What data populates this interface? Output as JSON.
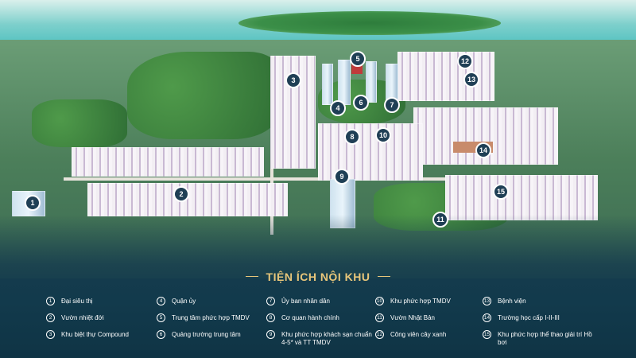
{
  "legend": {
    "title": "TIỆN ÍCH NỘI KHU",
    "columns": [
      [
        {
          "num": "1",
          "label": "Đại siêu thị"
        },
        {
          "num": "2",
          "label": "Vườn nhiệt đới"
        },
        {
          "num": "3",
          "label": "Khu biệt thự Compound"
        }
      ],
      [
        {
          "num": "4",
          "label": "Quận ủy"
        },
        {
          "num": "5",
          "label": "Trung tâm phức hợp TMDV"
        },
        {
          "num": "6",
          "label": "Quảng trường trung tâm"
        }
      ],
      [
        {
          "num": "7",
          "label": "Ủy ban nhân dân"
        },
        {
          "num": "8",
          "label": "Cơ quan hành chính"
        },
        {
          "num": "9",
          "label": "Khu phức hợp khách sạn chuẩn 4-5* và TT TMDV"
        }
      ],
      [
        {
          "num": "10",
          "label": "Khu phức hợp TMDV"
        },
        {
          "num": "11",
          "label": "Vườn Nhật Bản"
        },
        {
          "num": "12",
          "label": "Công viên cây xanh"
        }
      ],
      [
        {
          "num": "13",
          "label": "Bệnh viện"
        },
        {
          "num": "14",
          "label": "Trường học cấp I-II-III"
        },
        {
          "num": "15",
          "label": "Khu phức hợp thể thao giải trí Hồ bơi"
        }
      ]
    ]
  },
  "markers": [
    {
      "num": "1"
    },
    {
      "num": "2"
    },
    {
      "num": "3"
    },
    {
      "num": "4"
    },
    {
      "num": "5"
    },
    {
      "num": "6"
    },
    {
      "num": "7"
    },
    {
      "num": "8"
    },
    {
      "num": "9"
    },
    {
      "num": "10"
    },
    {
      "num": "11"
    },
    {
      "num": "12"
    },
    {
      "num": "13"
    },
    {
      "num": "14"
    },
    {
      "num": "15"
    }
  ]
}
